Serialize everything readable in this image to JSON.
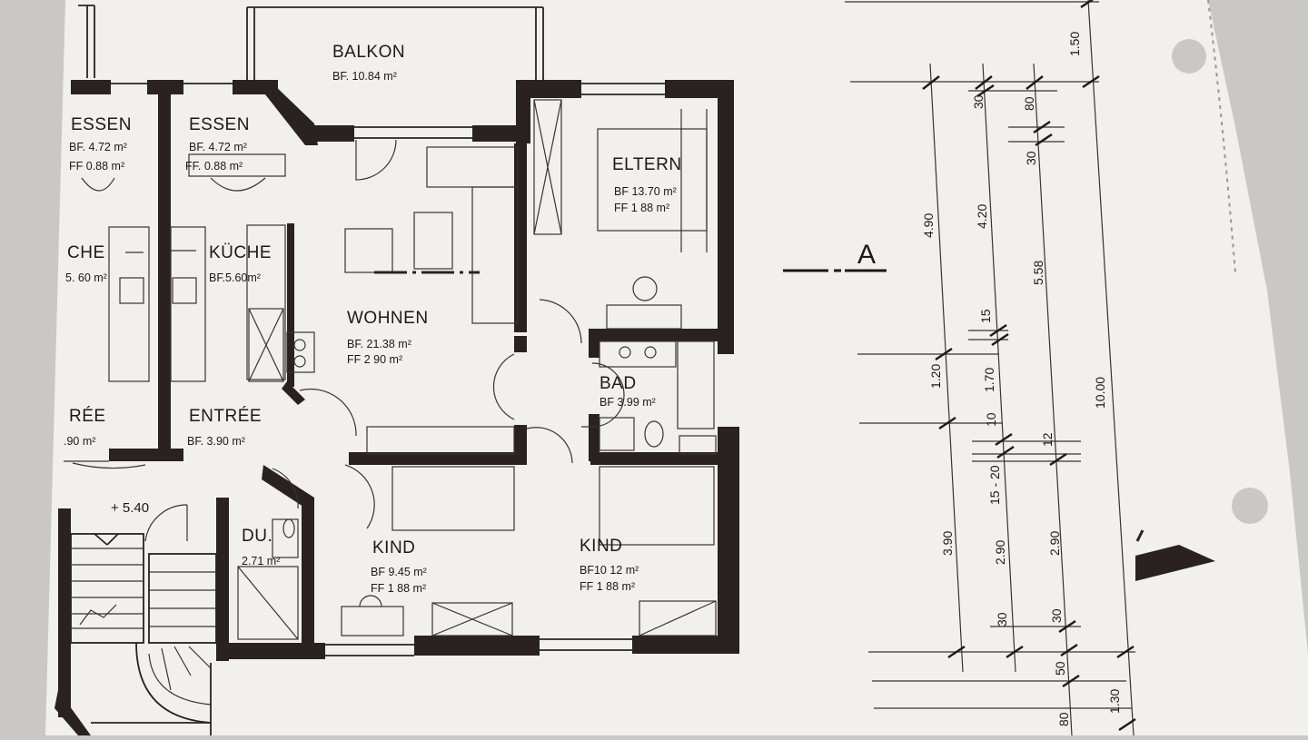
{
  "rooms": {
    "balkon": {
      "name": "BALKON",
      "bf": "BF. 10.84 m²"
    },
    "essen_left": {
      "name": "ESSEN",
      "bf": "BF. 4.72 m²",
      "ff": "FF 0.88 m²"
    },
    "essen": {
      "name": "ESSEN",
      "bf": "BF. 4.72 m²",
      "ff": "FF. 0.88 m²"
    },
    "eltern": {
      "name": "ELTERN",
      "bf": "BF 13.70 m²",
      "ff": "FF 1 88 m²"
    },
    "kueche_left": {
      "name": "CHE",
      "bf": "5. 60 m²"
    },
    "kueche": {
      "name": "KÜCHE",
      "bf": "BF.5.60m²"
    },
    "wohnen": {
      "name": "WOHNEN",
      "bf": "BF. 21.38 m²",
      "ff": "FF 2 90 m²"
    },
    "bad": {
      "name": "BAD",
      "bf": "BF 3.99 m²"
    },
    "entree_left": {
      "name": "RÉE",
      "bf": ".90 m²"
    },
    "entree": {
      "name": "ENTRÉE",
      "bf": "BF. 3.90 m²"
    },
    "du": {
      "name": "DU.",
      "bf": "2.71 m²"
    },
    "kind1": {
      "name": "KIND",
      "bf": "BF 9.45 m²",
      "ff": "FF 1 88 m²"
    },
    "kind2": {
      "name": "KIND",
      "bf": "BF10 12 m²",
      "ff": "FF 1 88 m²"
    }
  },
  "level": "+ 5.40",
  "section_marker": "A",
  "dimensions": {
    "d490": "4.90",
    "d120": "1.20",
    "d390": "3.90",
    "d30a": "30",
    "d420": "4.20",
    "d15": "15",
    "d170": "1.70",
    "d10": "10",
    "d1520": "15 - 20",
    "d290a": "2.90",
    "d30b": "30",
    "d80a": "80",
    "d30c": "30",
    "d558": "5.58",
    "d12": "12",
    "d290b": "2.90",
    "d30d": "30",
    "d50": "50",
    "d80b": "80",
    "d150": "1.50",
    "d1000": "10.00",
    "d130": "1.30"
  }
}
